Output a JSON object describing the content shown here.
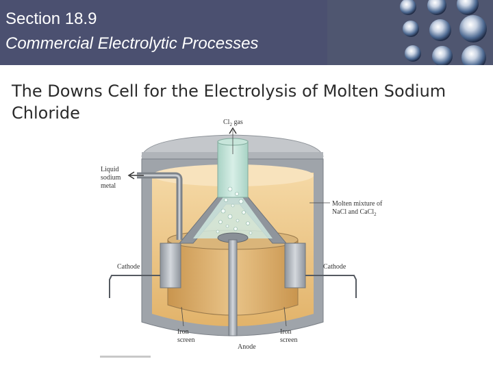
{
  "header": {
    "section_number": "Section 18.9",
    "section_title": "Commercial Electrolytic Processes"
  },
  "slide": {
    "heading": "The Downs Cell for the Electrolysis of Molten Sodium Chloride"
  },
  "diagram": {
    "cl2_gas": "Cl",
    "cl2_sub": "2",
    "cl2_suffix": " gas",
    "liquid_sodium": [
      "Liquid",
      "sodium",
      "metal"
    ],
    "molten_line1": "Molten mixture of",
    "molten_line2_a": "NaCl and CaCl",
    "molten_line2_sub": "2",
    "cathode_left": "Cathode",
    "cathode_right": "Cathode",
    "iron_screen_left": [
      "Iron",
      "screen"
    ],
    "iron_screen_right": [
      "Iron",
      "screen"
    ],
    "anode": "Anode"
  },
  "colors": {
    "header_bg": "#4f5670",
    "molten_salt": "#e8bd78",
    "vessel_gray": "#a9adb3",
    "gas_tube": "#b8ddd0"
  }
}
